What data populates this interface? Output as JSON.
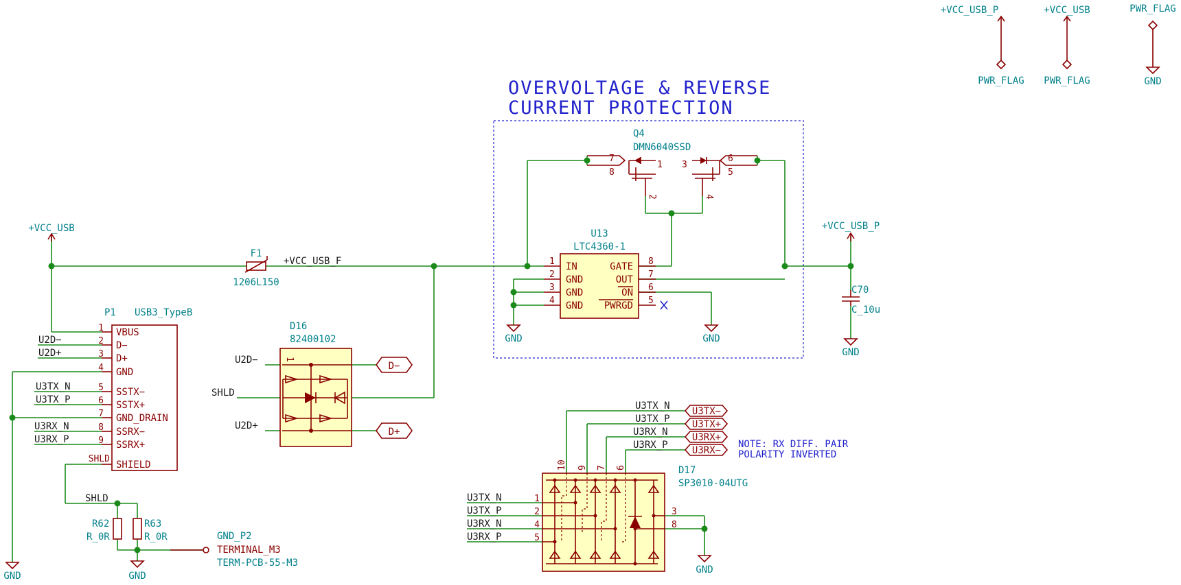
{
  "colors": {
    "wire": "#1a8a1a",
    "part": "#8a0000",
    "partBody": "#ffffc2",
    "label": "#00808a",
    "net": "#1a1a1a",
    "note": "#2222cc"
  },
  "power": {
    "vcc_usb_p": "+VCC_USB_P",
    "vcc_usb": "+VCC_USB",
    "vcc_usb_f": "+VCC_USB_F",
    "pwr_flag": "PWR_FLAG",
    "gnd": "GND"
  },
  "title": {
    "line1": "OVERVOLTAGE & REVERSE",
    "line2": "CURRENT PROTECTION"
  },
  "note": {
    "line1": "NOTE: RX DIFF. PAIR",
    "line2": "POLARITY INVERTED"
  },
  "nets": {
    "u2d_n": "U2D−",
    "u2d_p": "U2D+",
    "u3tx_n": "U3TX_N",
    "u3tx_p": "U3TX_P",
    "u3rx_n": "U3RX_N",
    "u3rx_p": "U3RX_P",
    "shld": "SHLD"
  },
  "labels": {
    "d_n": "D−",
    "d_p": "D+",
    "u3tx_n": "U3TX−",
    "u3tx_p": "U3TX+",
    "u3rx_p": "U3RX+",
    "u3rx_n": "U3RX−"
  },
  "q4": {
    "ref": "Q4",
    "value": "DMN6040SSD",
    "pins": [
      "7",
      "8",
      "1",
      "2",
      "3",
      "4",
      "6",
      "5"
    ]
  },
  "u13": {
    "ref": "U13",
    "value": "LTC4360-1",
    "left_pins": [
      {
        "num": "1",
        "name": "IN"
      },
      {
        "num": "2",
        "name": "GND"
      },
      {
        "num": "3",
        "name": "GND"
      },
      {
        "num": "4",
        "name": "GND"
      }
    ],
    "right_pins": [
      {
        "num": "8",
        "name": "GATE"
      },
      {
        "num": "7",
        "name": "OUT"
      },
      {
        "num": "6",
        "name": "ON"
      },
      {
        "num": "5",
        "name": "PWRGD"
      }
    ]
  },
  "f1": {
    "ref": "F1",
    "value": "1206L150"
  },
  "c70": {
    "ref": "C70",
    "value": "C_10u"
  },
  "p1": {
    "ref": "P1",
    "value": "USB3_TypeB",
    "pins": [
      {
        "num": "1",
        "name": "VBUS"
      },
      {
        "num": "2",
        "name": "D−"
      },
      {
        "num": "3",
        "name": "D+"
      },
      {
        "num": "4",
        "name": "GND"
      },
      {
        "num": "5",
        "name": "SSTX−"
      },
      {
        "num": "6",
        "name": "SSTX+"
      },
      {
        "num": "7",
        "name": "GND_DRAIN"
      },
      {
        "num": "8",
        "name": "SSRX−"
      },
      {
        "num": "9",
        "name": "SSRX+"
      },
      {
        "num": "SHLD",
        "name": "SHIELD"
      }
    ]
  },
  "d16": {
    "ref": "D16",
    "value": "82400102",
    "pin1": "1"
  },
  "d17": {
    "ref": "D17",
    "value": "SP3010-04UTG",
    "left_pins": [
      "1",
      "2",
      "4",
      "5"
    ],
    "top_pins": [
      "10",
      "9",
      "7",
      "6"
    ],
    "right_pins": [
      "3",
      "8"
    ]
  },
  "r62": {
    "ref": "R62",
    "value": "R_0R"
  },
  "r63": {
    "ref": "R63",
    "value": "R_0R"
  },
  "term": {
    "net": "GND_P2",
    "ref": "TERMINAL_M3",
    "value": "TERM-PCB-55-M3"
  }
}
